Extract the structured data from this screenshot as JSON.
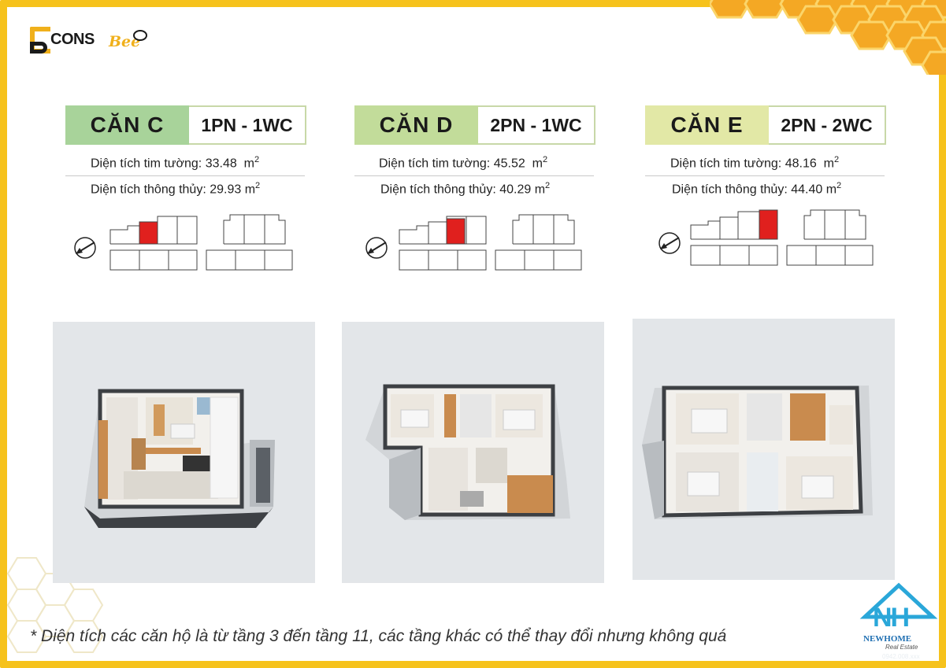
{
  "brand": {
    "logo_text": "CONS",
    "logo_bee": "Bee",
    "accent_color": "#f6c21c"
  },
  "units": [
    {
      "name": "CĂN C",
      "type": "1PN - 1WC",
      "name_bg": "#a8d39a",
      "area_wall_label": "Diện tích tim tường: 33.48",
      "area_net_label": "Diện tích thông thủy: 29.93",
      "unit": "m",
      "unit_exp": "2"
    },
    {
      "name": "CĂN D",
      "type": "2PN - 1WC",
      "name_bg": "#c2dc9a",
      "area_wall_label": "Diện tích tim tường: 45.52",
      "area_net_label": "Diện tích thông thủy: 40.29",
      "unit": "m",
      "unit_exp": "2"
    },
    {
      "name": "CĂN E",
      "type": "2PN - 2WC",
      "name_bg": "#e2e8a6",
      "area_wall_label": "Diện tích tim tường: 48.16",
      "area_net_label": "Diện tích thông thủy: 44.40",
      "unit": "m",
      "unit_exp": "2"
    }
  ],
  "footer": {
    "note": "* Diện tích các căn hộ là từ tầng 3 đến tầng 11, các tầng khác có thể thay đổi nhưng không quá"
  },
  "watermark": {
    "mark": "NH",
    "name": "NEWHOME",
    "tagline": "Real Estate",
    "phone": "0942.008.xxx"
  },
  "icons": [
    "compass-icon",
    "bee-icon",
    "house-icon"
  ]
}
